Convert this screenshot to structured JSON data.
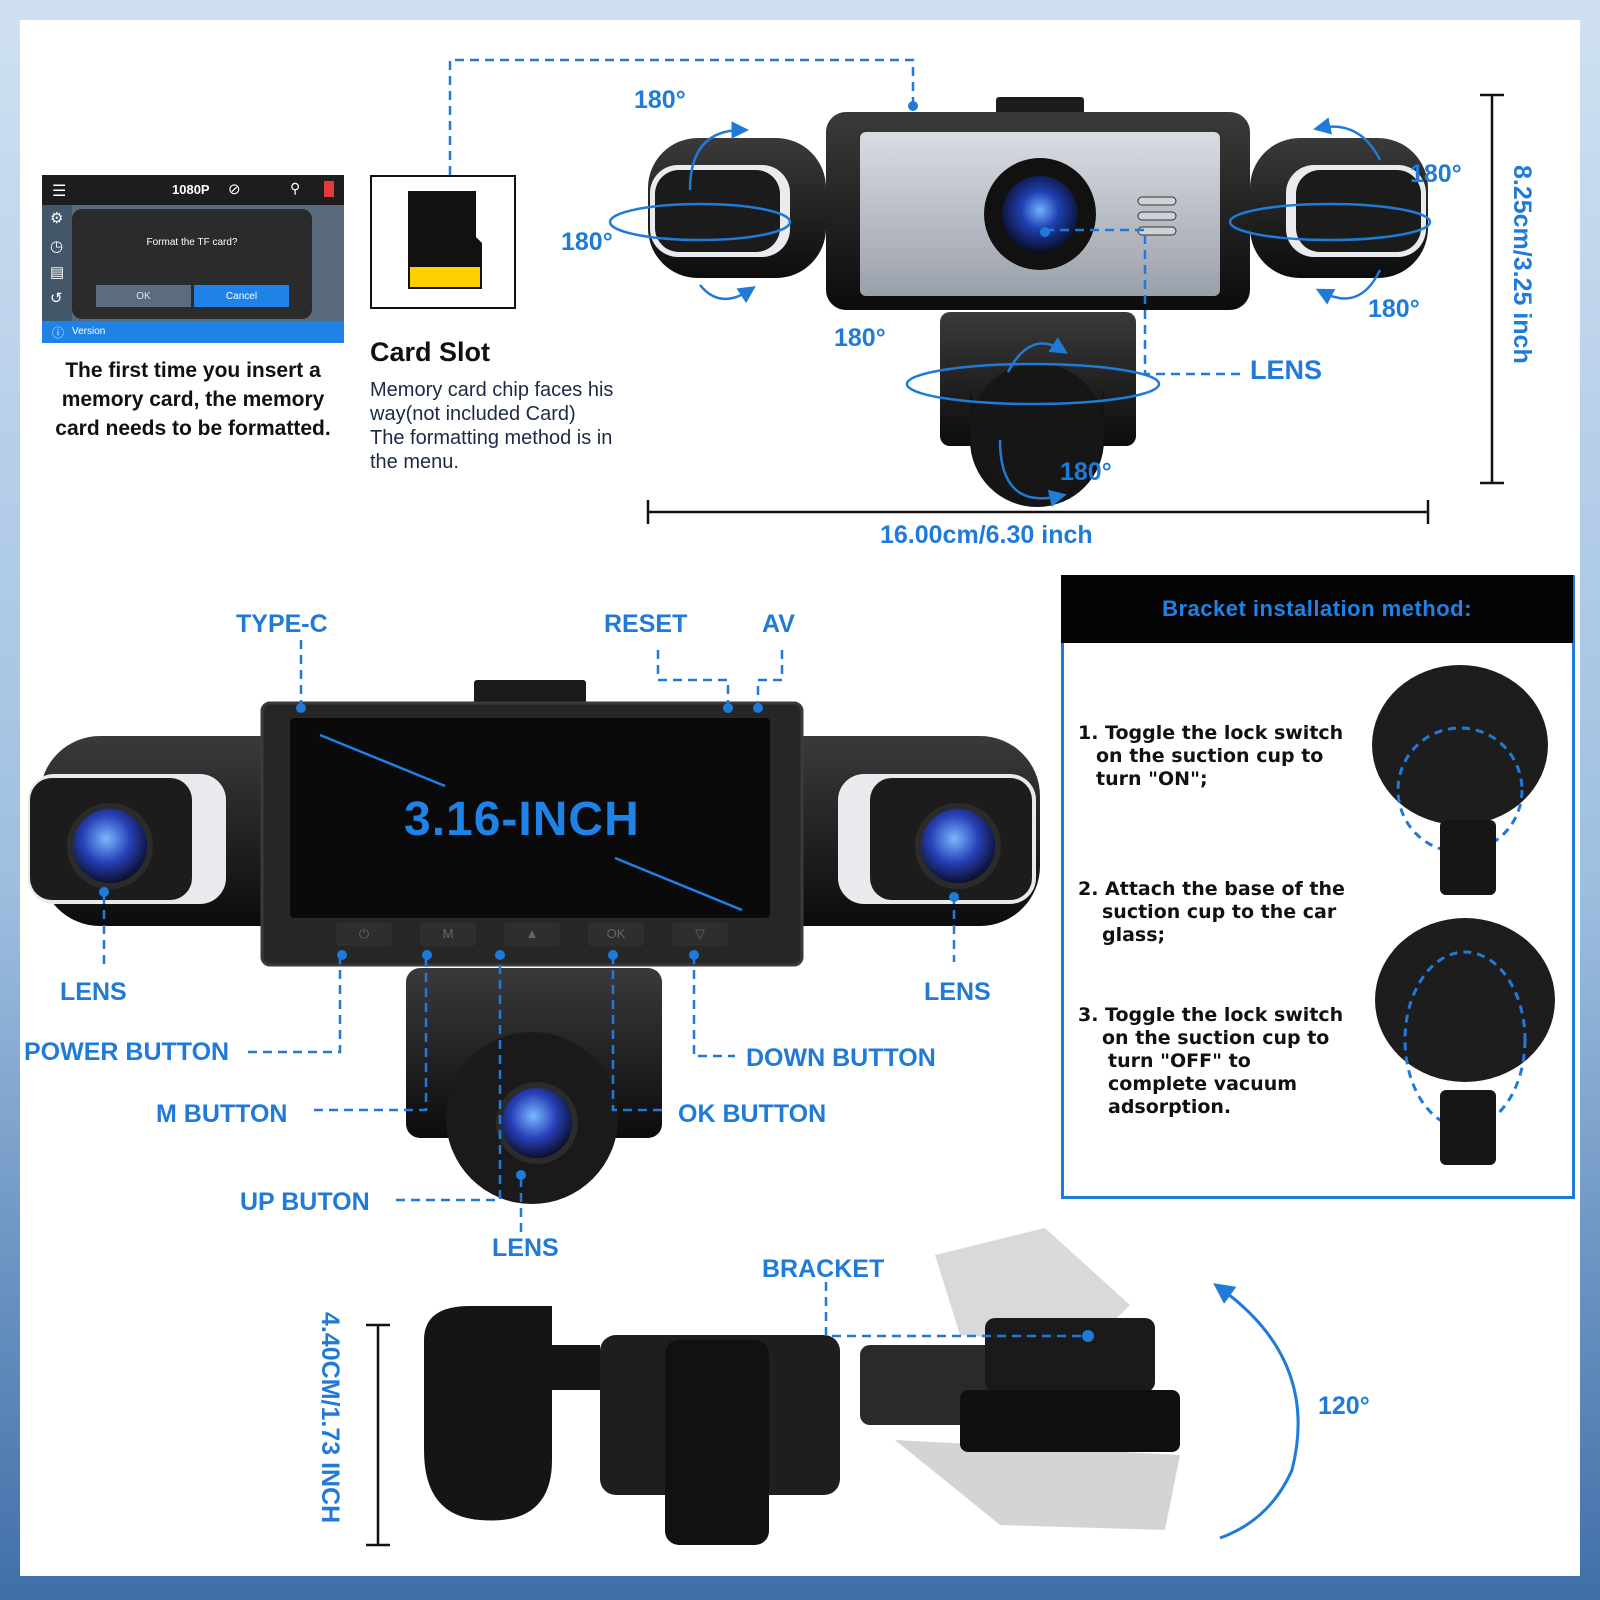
{
  "format_screen": {
    "resolution": "1080P",
    "dialog_text": "Format the TF card?",
    "ok_label": "OK",
    "cancel_label": "Cancel",
    "version_label": "Version",
    "caption_line1": "The first time you insert a",
    "caption_line2": "memory card, the memory",
    "caption_line3": "card needs to be formatted."
  },
  "card_slot": {
    "title": "Card Slot",
    "line1": "Memory card chip faces his",
    "line2": "way(not included Card)",
    "line3": "The formatting method is in",
    "line4": "the menu."
  },
  "top_view": {
    "rotation_labels": [
      "180°",
      "180°",
      "180°",
      "180°",
      "180°",
      "180°"
    ],
    "lens_label": "LENS",
    "height_dimension": "8.25cm/3.25 inch",
    "width_dimension": "16.00cm/6.30 inch"
  },
  "front_view": {
    "screen_size": "3.16-INCH",
    "type_c": "TYPE-C",
    "reset": "RESET",
    "av": "AV",
    "lens_left": "LENS",
    "lens_right": "LENS",
    "lens_bottom": "LENS",
    "power_button": "POWER BUTTON",
    "m_button": "M BUTTON",
    "up_button": "UP BUTON",
    "ok_button": "OK BUTTON",
    "down_button": "DOWN BUTTON",
    "key_labels": [
      "⏻",
      "M",
      "▲",
      "OK",
      "▽"
    ]
  },
  "bracket_box": {
    "title": "Bracket installation method:",
    "step1_l1": "1. Toggle the lock switch",
    "step1_l2": "on the suction cup to",
    "step1_l3": "turn \"ON\";",
    "step2_l1": "2. Attach the base of the",
    "step2_l2": "suction cup to the car",
    "step2_l3": "glass;",
    "step3_l1": "3. Toggle the lock switch",
    "step3_l2": "on the suction cup to",
    "step3_l3": "turn \"OFF\" to",
    "step3_l4": "complete vacuum",
    "step3_l5": "adsorption."
  },
  "side_view": {
    "bracket_label": "BRACKET",
    "angle": "120°",
    "depth_dimension": "4.40CM/1.73 INCH"
  },
  "colors": {
    "accent": "#1f7ad8",
    "device": "#1a1a1a",
    "panel_bg": "#ffffff"
  }
}
